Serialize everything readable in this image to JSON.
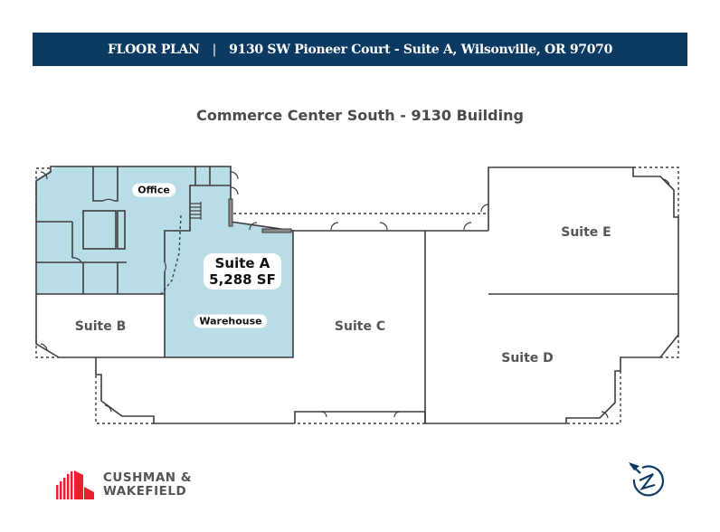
{
  "header": {
    "label": "FLOOR PLAN",
    "separator": "|",
    "address": "9130 SW Pioneer Court - Suite A, Wilsonville, OR 97070"
  },
  "subtitle": "Commerce Center South  -  9130 Building",
  "plan": {
    "highlight_color": "#b9dde6",
    "wall_color": "#3d3d3d",
    "suites": [
      {
        "id": "A",
        "name": "Suite A",
        "area": "5,288 SF",
        "highlighted": true
      },
      {
        "id": "B",
        "name": "Suite B"
      },
      {
        "id": "C",
        "name": "Suite C"
      },
      {
        "id": "D",
        "name": "Suite D"
      },
      {
        "id": "E",
        "name": "Suite E"
      }
    ],
    "areas": {
      "office": "Office",
      "warehouse": "Warehouse"
    }
  },
  "footer": {
    "brand_line1": "CUSHMAN &",
    "brand_line2": "WAKEFIELD",
    "brand_color": "#e4222e",
    "compass_icon": "north-arrow-icon"
  }
}
